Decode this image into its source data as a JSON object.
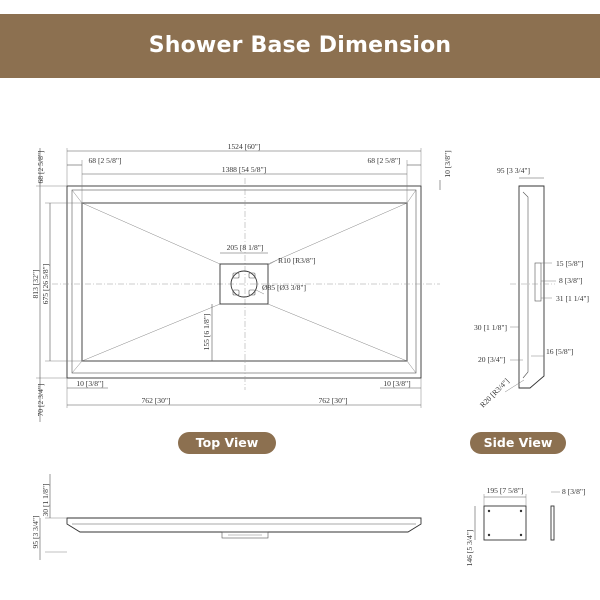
{
  "title": "Shower Base Dimension",
  "labels": {
    "top_view": "Top View",
    "side_view": "Side View"
  },
  "colors": {
    "accent": "#8c7050",
    "line": "#333333"
  },
  "top_view_dims": {
    "overall_width": "1524 [60\"]",
    "left_rim": "68 [2 5/8\"]",
    "right_rim": "68 [2 5/8\"]",
    "inner_width": "1388 [54 5/8\"]",
    "rim_height_right": "10 [3/8\"]",
    "top_rim": "68 [2 5/8\"]",
    "overall_depth": "813 [32\"]",
    "inner_depth": "675 [26 5/8\"]",
    "bottom_rim": "70 [2 3/4\"]",
    "bottom_left_offset": "10 [3/8\"]",
    "bottom_right_offset": "10 [3/8\"]",
    "half_left": "762 [30\"]",
    "half_right": "762 [30\"]",
    "drain_width": "205 [8 1/8\"]",
    "drain_radius": "R10 [R3/8\"]",
    "drain_diameter": "Ø85 [Ø3 3/8\"]",
    "drain_offset": "155 [6 1/8\"]"
  },
  "side_view_dims": {
    "depth": "95 [3 3/4\"]",
    "d1": "15 [5/8\"]",
    "d2": "8 [3/8\"]",
    "d3": "31 [1 1/4\"]",
    "d4": "30 [1 1/8\"]",
    "d5": "20 [3/4\"]",
    "d6": "16 [5/8\"]",
    "radius": "R20 [R3/4\"]"
  },
  "front_view_dims": {
    "rim": "30 [1 1/8\"]",
    "height": "95 [3 3/4\"]"
  },
  "drain_plate_dims": {
    "width": "195 [7 5/8\"]",
    "height": "146 [5 3/4\"]",
    "thickness": "8 [3/8\"]"
  }
}
